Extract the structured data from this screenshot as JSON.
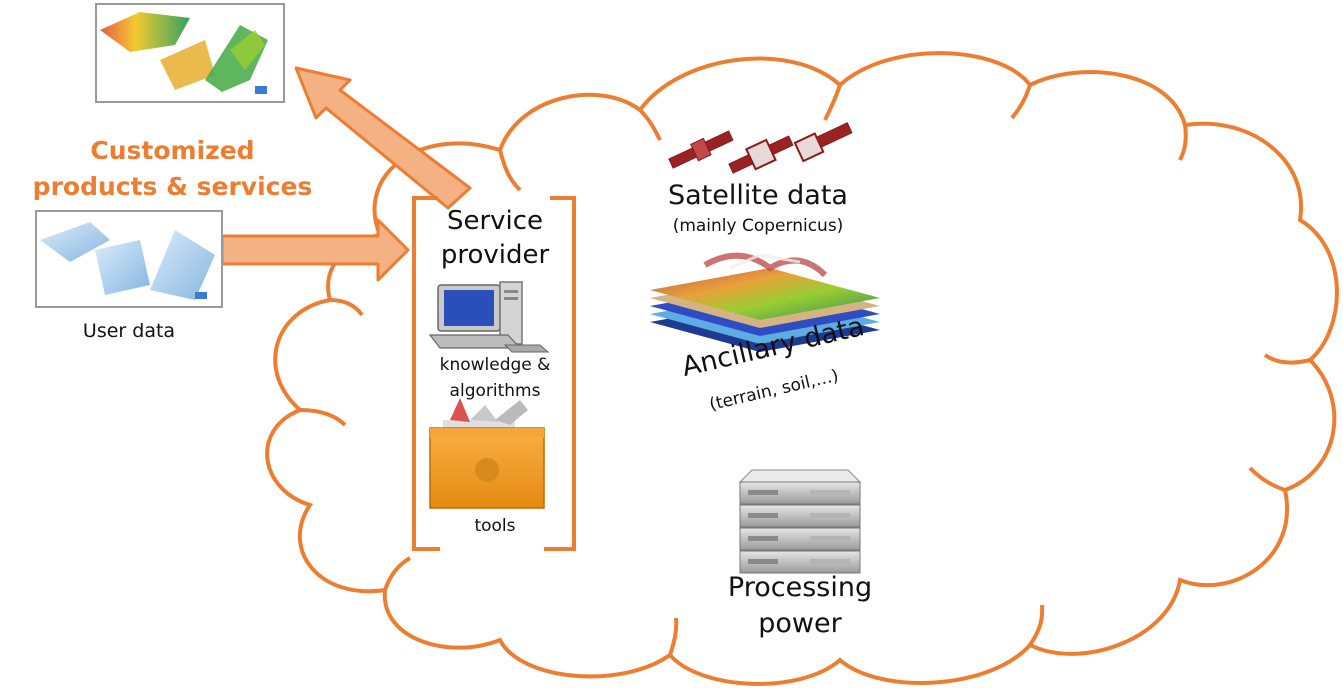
{
  "customized": {
    "line1": "Customized",
    "line2": "products & services"
  },
  "user_data_label": "User data",
  "service_provider": {
    "title_line1": "Service",
    "title_line2": "provider",
    "knowledge_line1": "knowledge &",
    "knowledge_line2": "algorithms",
    "tools_label": "tools"
  },
  "satellite": {
    "title": "Satellite data",
    "subtitle": "(mainly Copernicus)"
  },
  "ancillary": {
    "title": "Ancillary data",
    "subtitle": "(terrain, soil,…)"
  },
  "processing": {
    "line1": "Processing",
    "line2": "power"
  },
  "colors": {
    "accent": "#ed7d31",
    "satellite_red": "#8b1a1a",
    "text": "#111111"
  },
  "icons": [
    "map-product-icon",
    "map-userdata-icon",
    "computer-icon",
    "toolbox-icon",
    "satellite-icon",
    "terrain-layers-icon",
    "server-icon",
    "arrow-icon"
  ]
}
